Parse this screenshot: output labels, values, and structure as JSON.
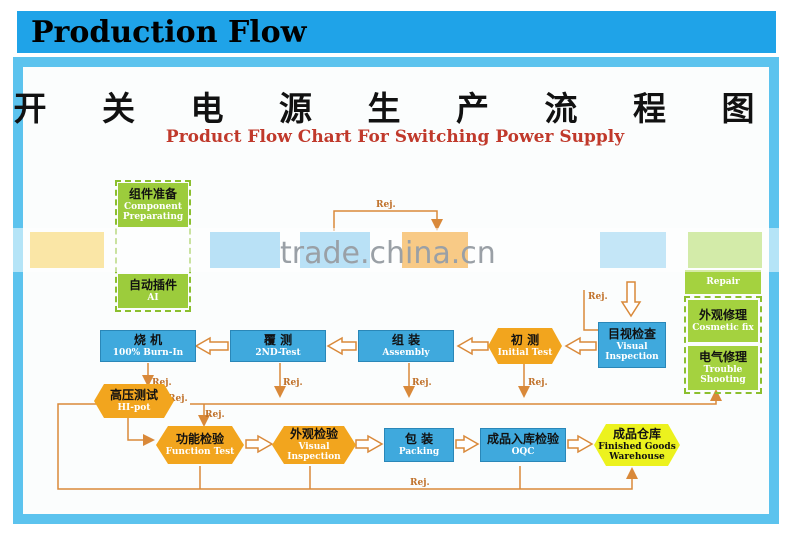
{
  "header": {
    "title": "Production Flow"
  },
  "chart": {
    "title_zh": "开 关 电 源 生 产 流 程 图",
    "title_en": "Product Flow Chart For Switching Power Supply"
  },
  "nodes": {
    "component_prep": {
      "zh": "组件准备",
      "en": "Component Preparating"
    },
    "auto_insert": {
      "zh": "自动插件",
      "en": "AI"
    },
    "repair": {
      "en": "Repair"
    },
    "visual_inspection": {
      "zh": "目视检查",
      "en": "Visual Inspection"
    },
    "cosmetic_fix": {
      "zh": "外观修理",
      "en": "Cosmetic fix"
    },
    "trouble_shooting": {
      "zh": "电气修理",
      "en": "Trouble Shooting"
    },
    "initial_test": {
      "zh": "初  测",
      "en": "Initial Test"
    },
    "assembly": {
      "zh": "组  装",
      "en": "Assembly"
    },
    "second_test": {
      "zh": "覆  测",
      "en": "2ND-Test"
    },
    "burn_in": {
      "zh": "烧  机",
      "en": "100% Burn-In"
    },
    "hipot": {
      "zh": "高压测试",
      "en": "HI-pot"
    },
    "function_test": {
      "zh": "功能检验",
      "en": "Function Test"
    },
    "visual_inspection2": {
      "zh": "外观检验",
      "en": "Visual Inspection"
    },
    "packing": {
      "zh": "包  装",
      "en": "Packing"
    },
    "oqc": {
      "zh": "成品入库检验",
      "en": "OQC"
    },
    "warehouse": {
      "zh": "成品仓库",
      "en": "Finished Goods Warehouse"
    }
  },
  "rej_label": "Rej.",
  "watermark": "trade.china.cn"
}
